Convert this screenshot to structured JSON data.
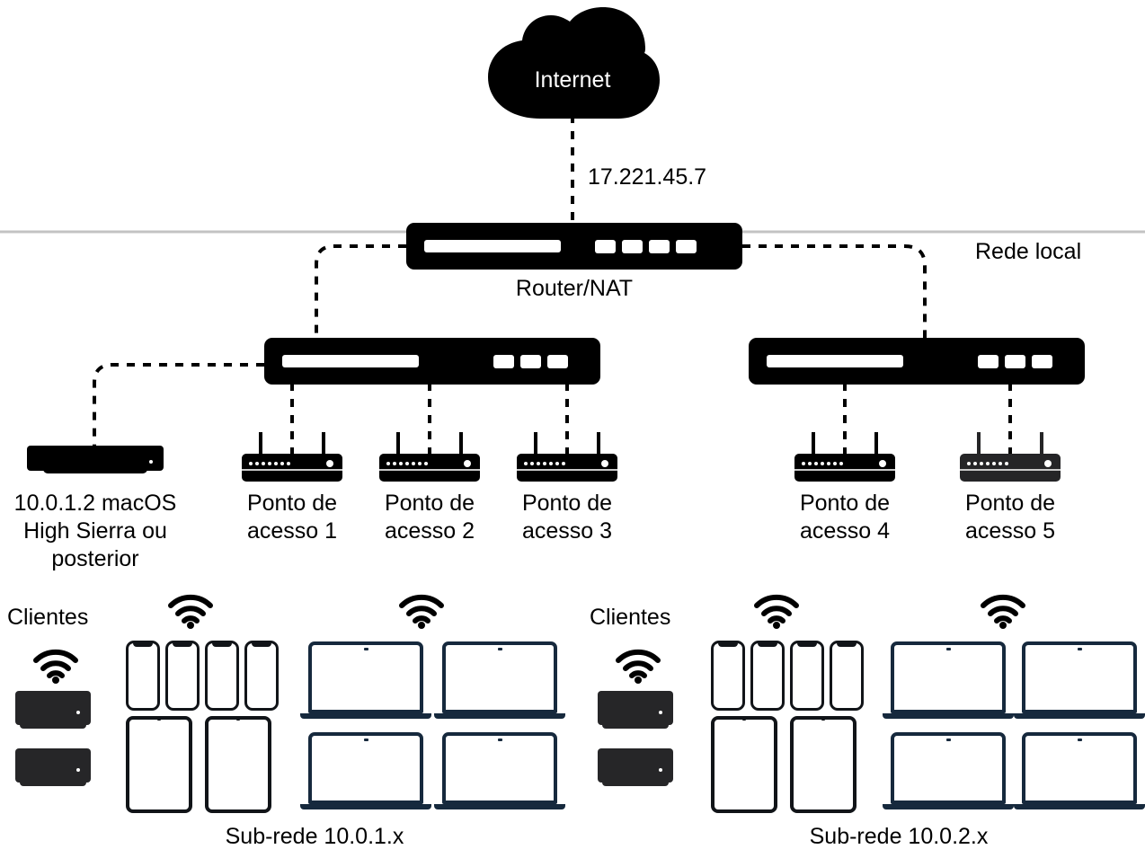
{
  "diagram": {
    "title_internet": "Internet",
    "wan_ip": "17.221.45.7",
    "router_label": "Router/NAT",
    "local_network_label": "Rede local",
    "server_label": "10.0.1.2 macOS\nHigh Sierra ou\nposterior",
    "access_points": [
      {
        "label": "Ponto de\nacesso 1",
        "shade": "black"
      },
      {
        "label": "Ponto de\nacesso 2",
        "shade": "black"
      },
      {
        "label": "Ponto de\nacesso 3",
        "shade": "black"
      },
      {
        "label": "Ponto de\nacesso 4",
        "shade": "black"
      },
      {
        "label": "Ponto de\nacesso 5",
        "shade": "gray"
      }
    ],
    "client_groups": [
      {
        "clients_label": "Clientes",
        "subnet_label": "Sub-rede 10.0.1.x",
        "mac_mini_count": 2,
        "iphone_count": 4,
        "ipad_count": 2,
        "laptop_count": 4,
        "wifi_icon_count": 3
      },
      {
        "clients_label": "Clientes",
        "subnet_label": "Sub-rede 10.0.2.x",
        "mac_mini_count": 2,
        "iphone_count": 4,
        "ipad_count": 2,
        "laptop_count": 4,
        "wifi_icon_count": 3
      }
    ],
    "icons": {
      "cloud": "cloud-icon",
      "wifi": "wifi-icon",
      "router": "router-icon",
      "switch": "switch-icon",
      "access_point": "access-point-icon",
      "mac_mini": "mac-mini-icon",
      "iphone": "iphone-icon",
      "ipad": "ipad-icon",
      "laptop": "laptop-icon"
    },
    "colors": {
      "device_black": "#000000",
      "device_gray": "#262628",
      "laptop_navy": "#16293d",
      "divider": "#c3c3c3",
      "background": "#ffffff",
      "cloud_text": "#ffffff"
    }
  }
}
